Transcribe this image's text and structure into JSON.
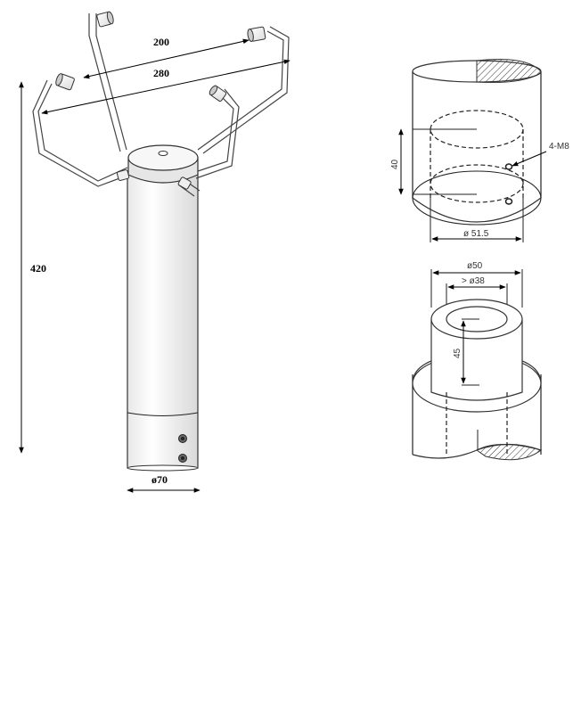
{
  "sensor_dimensions": {
    "tip_spacing": "200",
    "arm_span": "280",
    "total_height": "420",
    "tube_diameter": "ø70"
  },
  "mount_dimensions": {
    "bolt_pattern": "4-M8",
    "socket_depth": "40",
    "socket_diameter": "ø 51.5",
    "spigot_outer_diameter": "ø50",
    "spigot_inner_diameter": "> ø38",
    "spigot_height": "45"
  }
}
